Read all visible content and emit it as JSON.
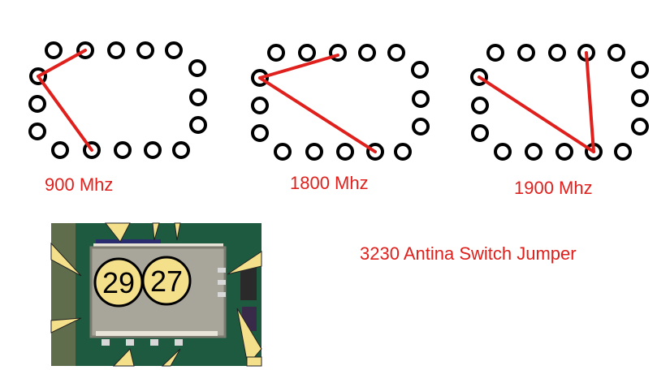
{
  "title": "3230 Antina Switch Jumper",
  "diagrams": [
    {
      "label": "900 Mhz"
    },
    {
      "label": "1800 Mhz"
    },
    {
      "label": "1900 Mhz"
    }
  ],
  "photo": {
    "chip_labels": [
      "29",
      "27"
    ]
  },
  "colors": {
    "line": "#e0201c",
    "pad": "#000000",
    "badge": "#f4e08a",
    "board": "#1e5a40",
    "chip": "#a8a59a"
  }
}
